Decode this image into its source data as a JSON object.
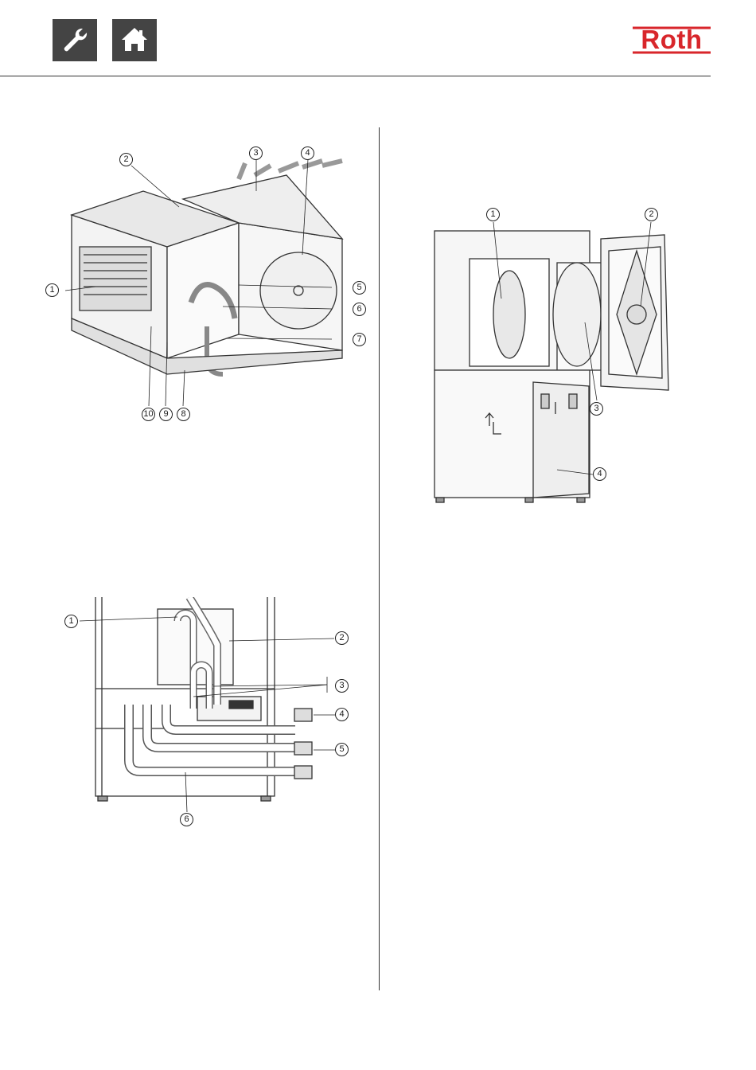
{
  "header": {
    "buttons": [
      {
        "name": "service",
        "icon": "wrench-icon"
      },
      {
        "name": "home",
        "icon": "home-icon"
      }
    ],
    "logo": {
      "text": "Roth",
      "color": "#d8262b"
    },
    "button_color": "#444444"
  },
  "figure1": {
    "callouts": [
      "1",
      "2",
      "3",
      "4",
      "5",
      "6",
      "7",
      "8",
      "9",
      "10"
    ]
  },
  "figure2": {
    "callouts": [
      "1",
      "2",
      "3",
      "4"
    ]
  },
  "figure3": {
    "callouts": [
      "1",
      "2",
      "3",
      "4",
      "5",
      "6"
    ]
  }
}
